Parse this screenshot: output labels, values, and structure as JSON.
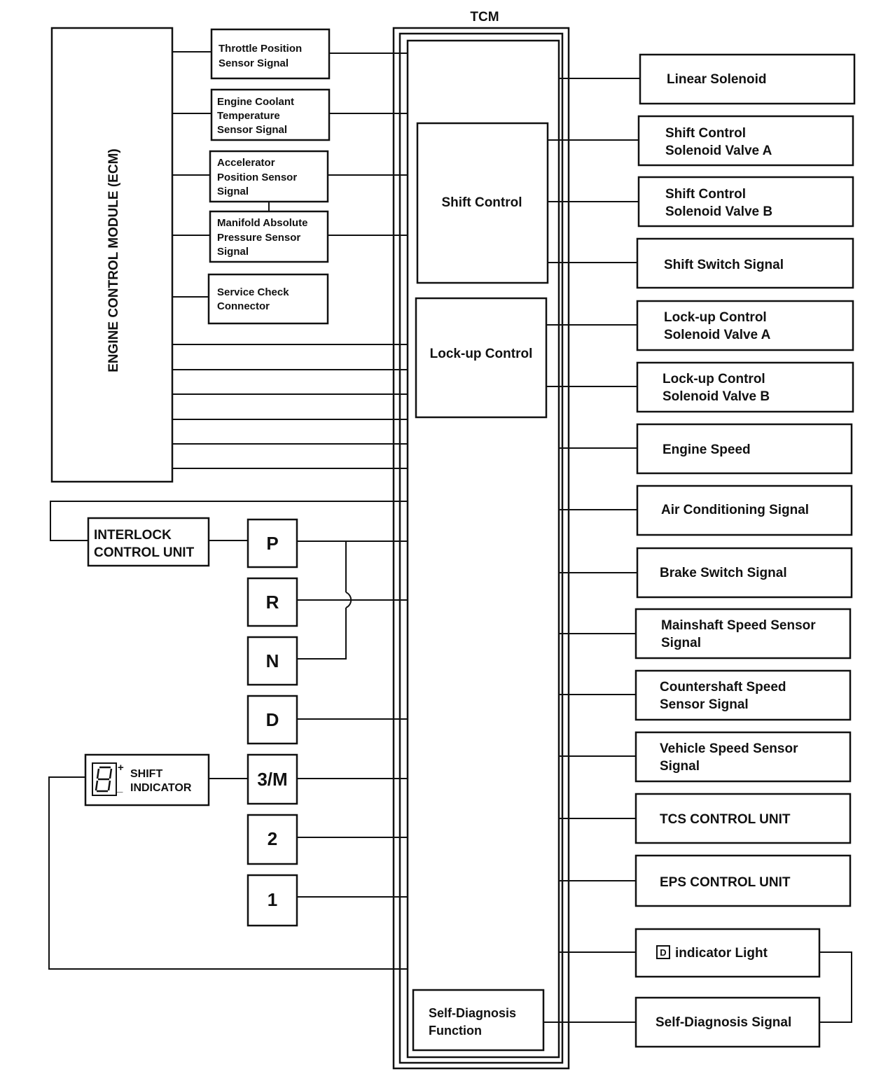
{
  "tcm": {
    "title": "TCM",
    "shift_control": "Shift Control",
    "lockup_control": "Lock-up Control",
    "self_diag_function": [
      "Self-Diagnosis",
      "Function"
    ]
  },
  "ecm": {
    "label": "ENGINE CONTROL MODULE (ECM)"
  },
  "inputs": {
    "throttle": [
      "Throttle Position",
      "Sensor Signal"
    ],
    "coolant": [
      "Engine Coolant",
      "Temperature",
      "Sensor Signal"
    ],
    "accel": [
      "Accelerator",
      "Position Sensor",
      "Signal"
    ],
    "map": [
      "Manifold Absolute",
      "Pressure Sensor",
      "Signal"
    ],
    "scc": [
      "Service Check",
      "Connector"
    ]
  },
  "interlock": [
    "INTERLOCK",
    "CONTROL UNIT"
  ],
  "shift_indicator": {
    "lines": [
      "SHIFT",
      "INDICATOR"
    ],
    "plus": "+",
    "minus": "_"
  },
  "gears": [
    "P",
    "R",
    "N",
    "D",
    "3/M",
    "2",
    "1"
  ],
  "outputs": {
    "linear": [
      "Linear Solenoid"
    ],
    "sca": [
      "Shift Control",
      "Solenoid Valve A"
    ],
    "scb": [
      "Shift Control",
      "Solenoid Valve B"
    ],
    "ssw": [
      "Shift Switch Signal"
    ],
    "lca": [
      "Lock-up Control",
      "Solenoid Valve A"
    ],
    "lcb": [
      "Lock-up Control",
      "Solenoid Valve B"
    ],
    "espd": [
      "Engine Speed"
    ],
    "ac": [
      "Air Conditioning Signal"
    ],
    "brake": [
      "Brake Switch Signal"
    ],
    "mainshaft": [
      "Mainshaft Speed Sensor",
      "Signal"
    ],
    "countershaft": [
      "Countershaft Speed",
      "Sensor Signal"
    ],
    "vss": [
      "Vehicle Speed Sensor",
      "Signal"
    ],
    "tcs": [
      "TCS CONTROL UNIT"
    ],
    "eps": [
      "EPS CONTROL UNIT"
    ],
    "dlight": {
      "icon": "D",
      "text": "indicator Light"
    },
    "sdsig": [
      "Self-Diagnosis Signal"
    ]
  }
}
